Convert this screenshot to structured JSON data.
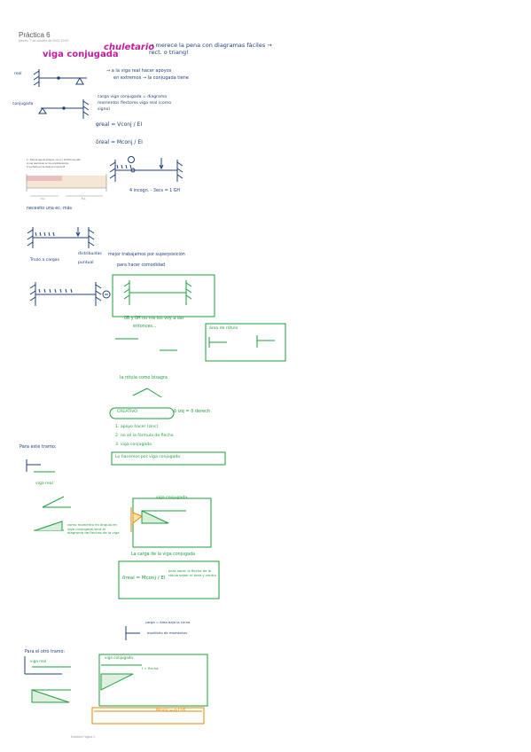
{
  "header": {
    "title": "Práctica 6",
    "subtitle": "jueves, 7 de octubre de 2021    10:00"
  },
  "footer": {
    "page_label": "Estática Página 1"
  },
  "notes": {
    "heading_beam": "viga conjugada",
    "heading_cheat": "chuletario",
    "heading_rest": "→ merece la pena con diagramas fáciles → rect. o triang!",
    "real_label": "real",
    "conj_label": "conjugada",
    "line_01": "→ a la viga real hacer apoyos",
    "line_02": "en extremos → la conjugada tiene",
    "line_03": "carga viga conjugada = diagrama",
    "line_04": "momentos flectores viga real (como",
    "line_05": "signo)",
    "line_06": "φreal = Vconj / EI",
    "line_07": "δreal = Mconj / EI",
    "line_08": "4 incogn. - 3ecs = 1 GH",
    "line_09": "necesito una ec. más",
    "line_10": "Trozo a cargas",
    "line_11": "distribuidas",
    "line_12": "puntual",
    "line_13": "mejor trabajamos por superposición",
    "line_14": "para hacer comodidad",
    "line_15": "δB y δH no me los voy a dar",
    "line_16": "entonces...",
    "line_17": "área de rótulo",
    "line_18": "la rótula como bisagra",
    "line_19": "CREATIVO",
    "line_20": "δ izq = δ derech",
    "line_21": "1. apoyo hacer (zinc)",
    "line_22": "2. no sé la fórmula de flecha",
    "line_23": "3. viga conjugada",
    "line_24": "Lo hacemos por viga conjugada",
    "line_25": "Para este tramo:",
    "line_26": "viga real",
    "line_27": "viga conjugada",
    "line_28": "como momento en ángulo en viga conjugada será el diagrama de flechas de la viga",
    "line_29": "La carga de la viga conjugada",
    "line_30": "δreal = Mconj / EI",
    "line_31": "para sacar la flecha de la rótula saber el área y centro",
    "line_32": "carga = área bajo la curva",
    "line_33": "Para el otro tramo:",
    "line_34": "viga real",
    "line_35": "viga conjugada",
    "line_36": "equilibrio de momentos",
    "line_37": "f = flecha",
    "line_38": "Mconj = q·L²/6"
  },
  "pasted_problem": {
    "line_a": "1.- Para la viga de la figura, con q = 10 kN/m se pide:",
    "line_b": "a) Las reacciones en los empotramientos",
    "line_c": "b) La flecha en la rótula en el punto B",
    "dim_left": "3 m",
    "dim_right": "5 m"
  },
  "colors": {
    "ink_dark": "#1f3f7a",
    "ink_magenta": "#c21aa0",
    "ink_green": "#1e9e3e",
    "ink_orange": "#e08a00"
  }
}
